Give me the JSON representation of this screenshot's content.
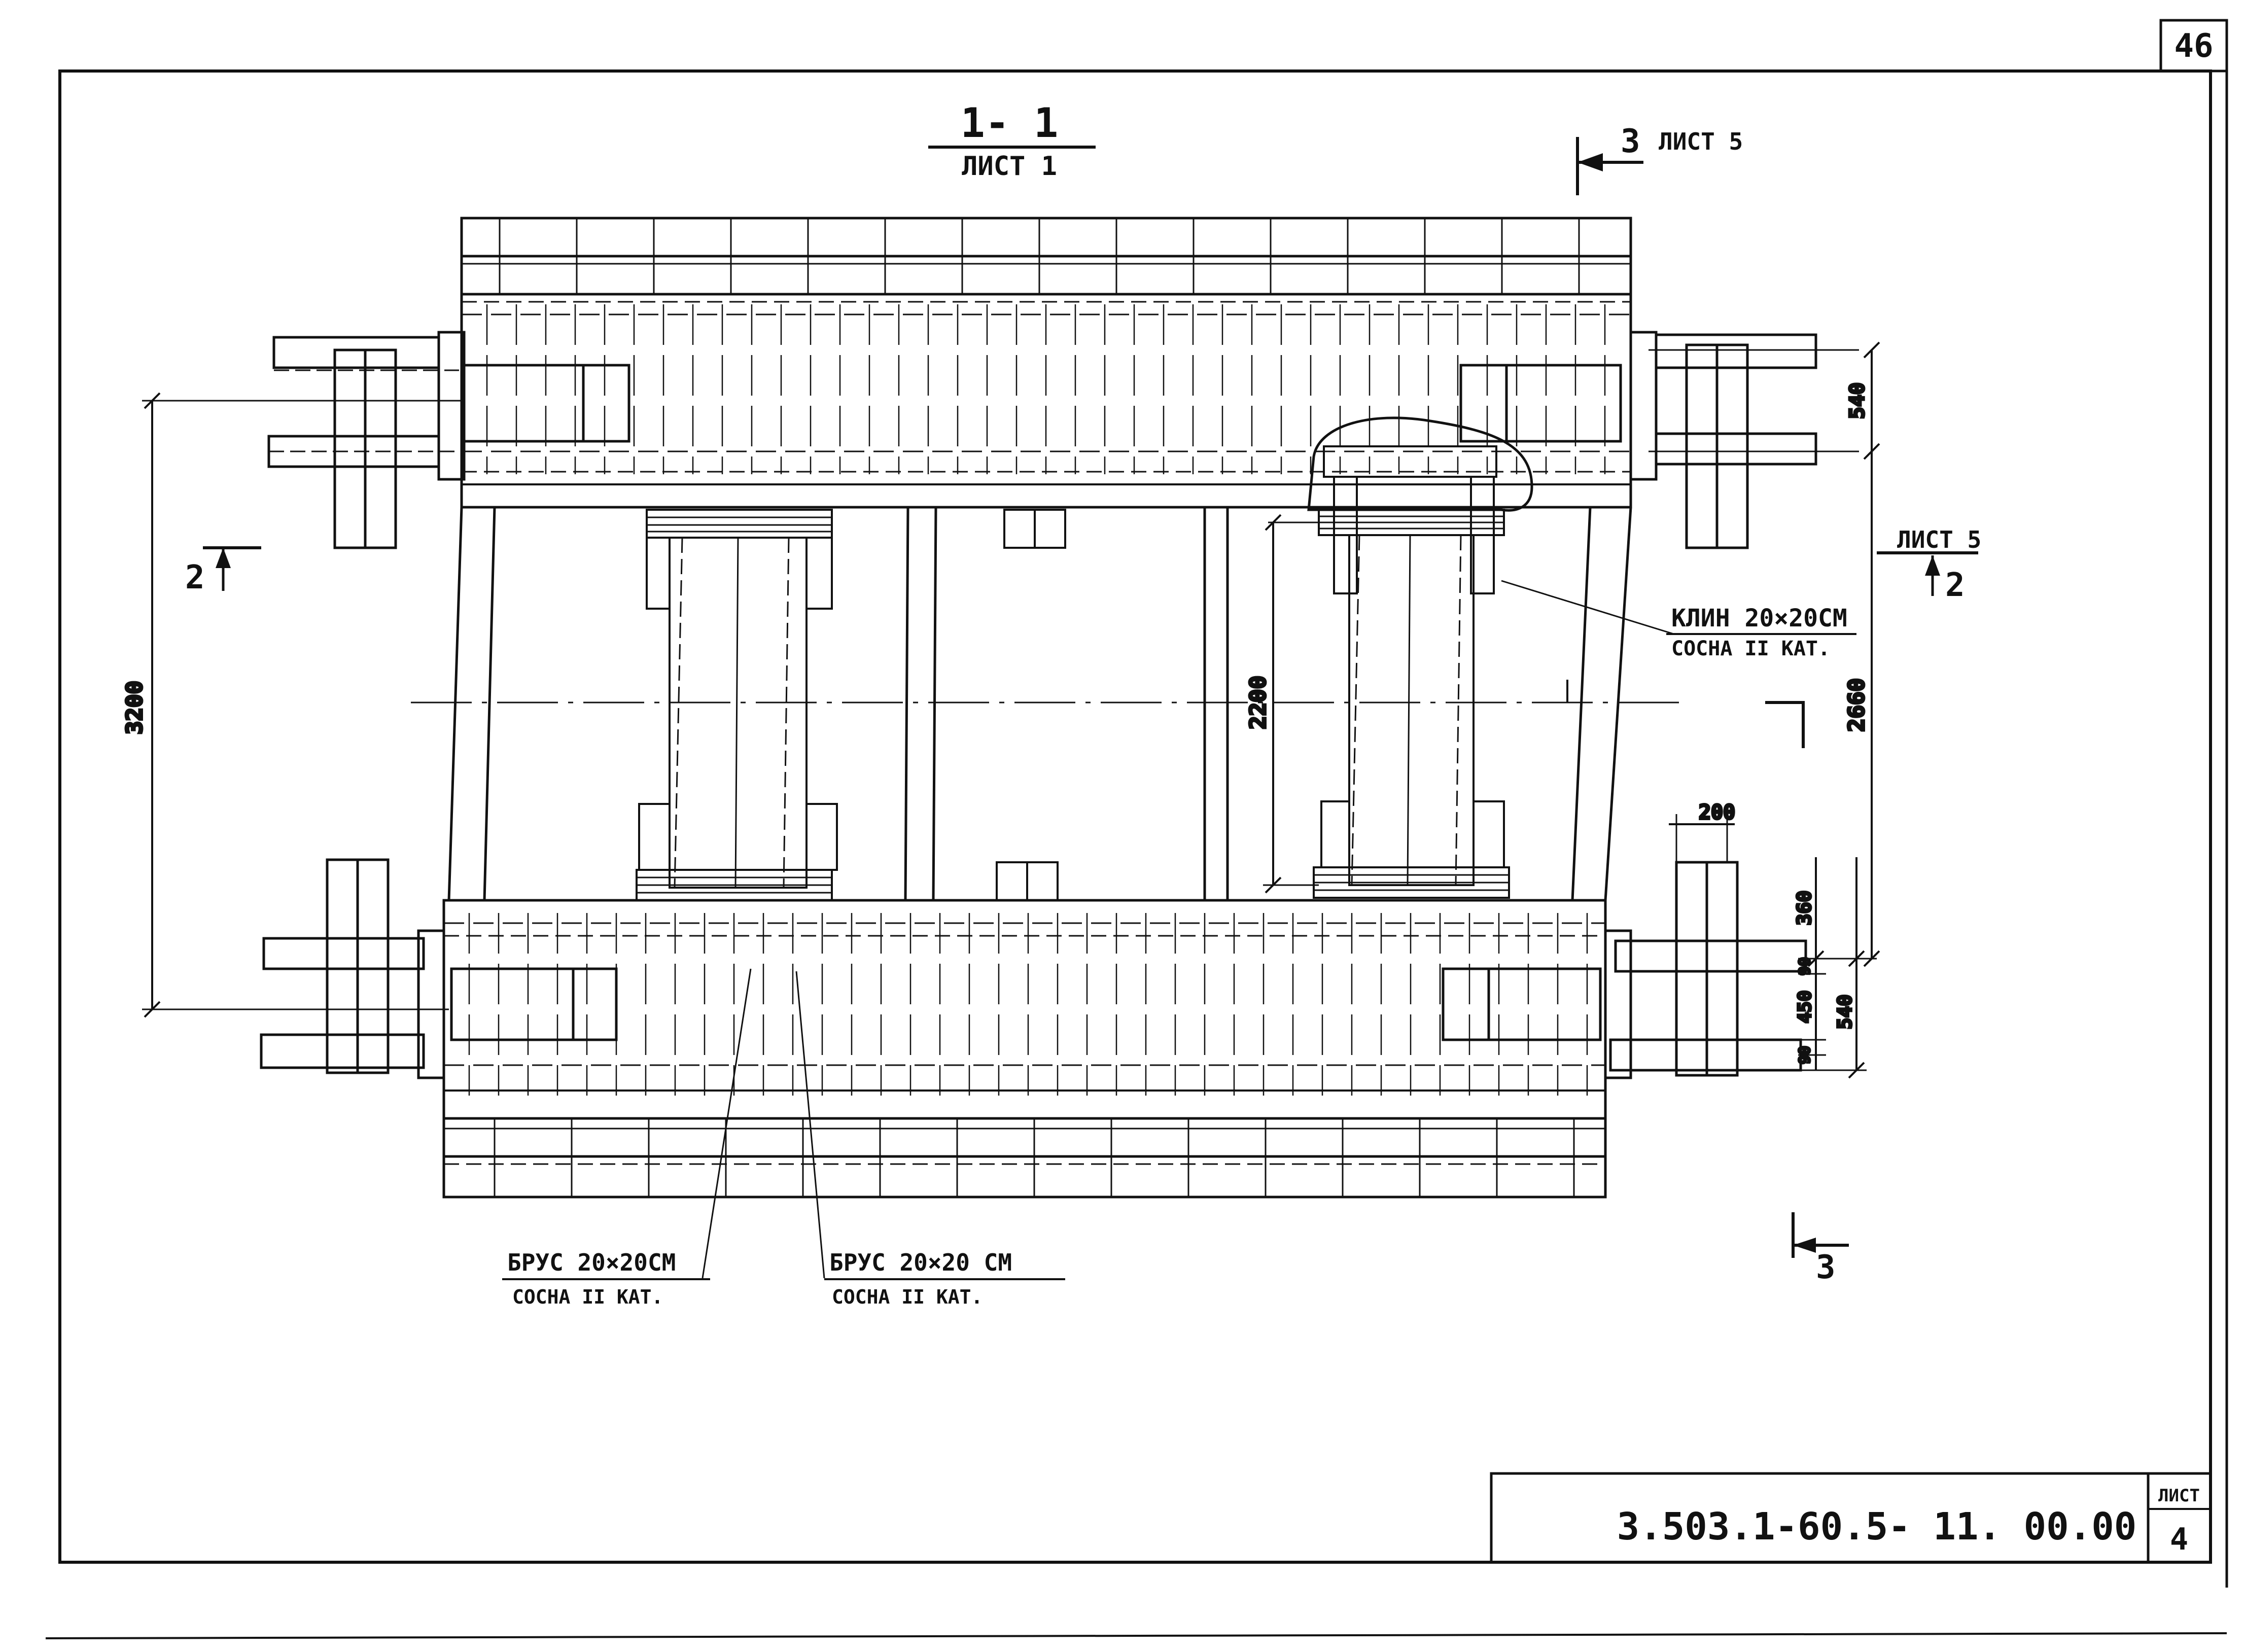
{
  "sheet_corner_number": "46",
  "section_title": {
    "mark": "1- 1",
    "sheet_ref": "ЛИСТ 1"
  },
  "cut_markers": [
    {
      "id": "cut-3-top",
      "label": "3",
      "sheet_ref": "ЛИСТ 5"
    },
    {
      "id": "cut-3-bottom",
      "label": "3",
      "sheet_ref": ""
    },
    {
      "id": "cut-2-left",
      "label": "2",
      "sheet_ref": ""
    },
    {
      "id": "cut-2-right",
      "label": "2",
      "sheet_ref": "ЛИСТ 5"
    }
  ],
  "dimensions": {
    "left_height": "3200",
    "inner_height": "2200",
    "right_total": "2660",
    "right_top": "540",
    "right_bottom_540": "540",
    "right_360": "360",
    "right_90_top": "90",
    "right_450": "450",
    "right_90_bottom": "90",
    "width_200": "200"
  },
  "callouts": [
    {
      "id": "wedge",
      "title": "КЛИН 20×20СМ",
      "subtitle": "СОСНА II КАТ."
    },
    {
      "id": "beam-left",
      "title": "БРУС 20×20СМ",
      "subtitle": "СОСНА II КАТ."
    },
    {
      "id": "beam-right",
      "title": "БРУС 20×20 СМ",
      "subtitle": "СОСНА II КАТ."
    }
  ],
  "title_block": {
    "document_code": "3.503.1-60.5- 11. 00.00",
    "sheet_label": "ЛИСТ",
    "sheet_number": "4"
  }
}
